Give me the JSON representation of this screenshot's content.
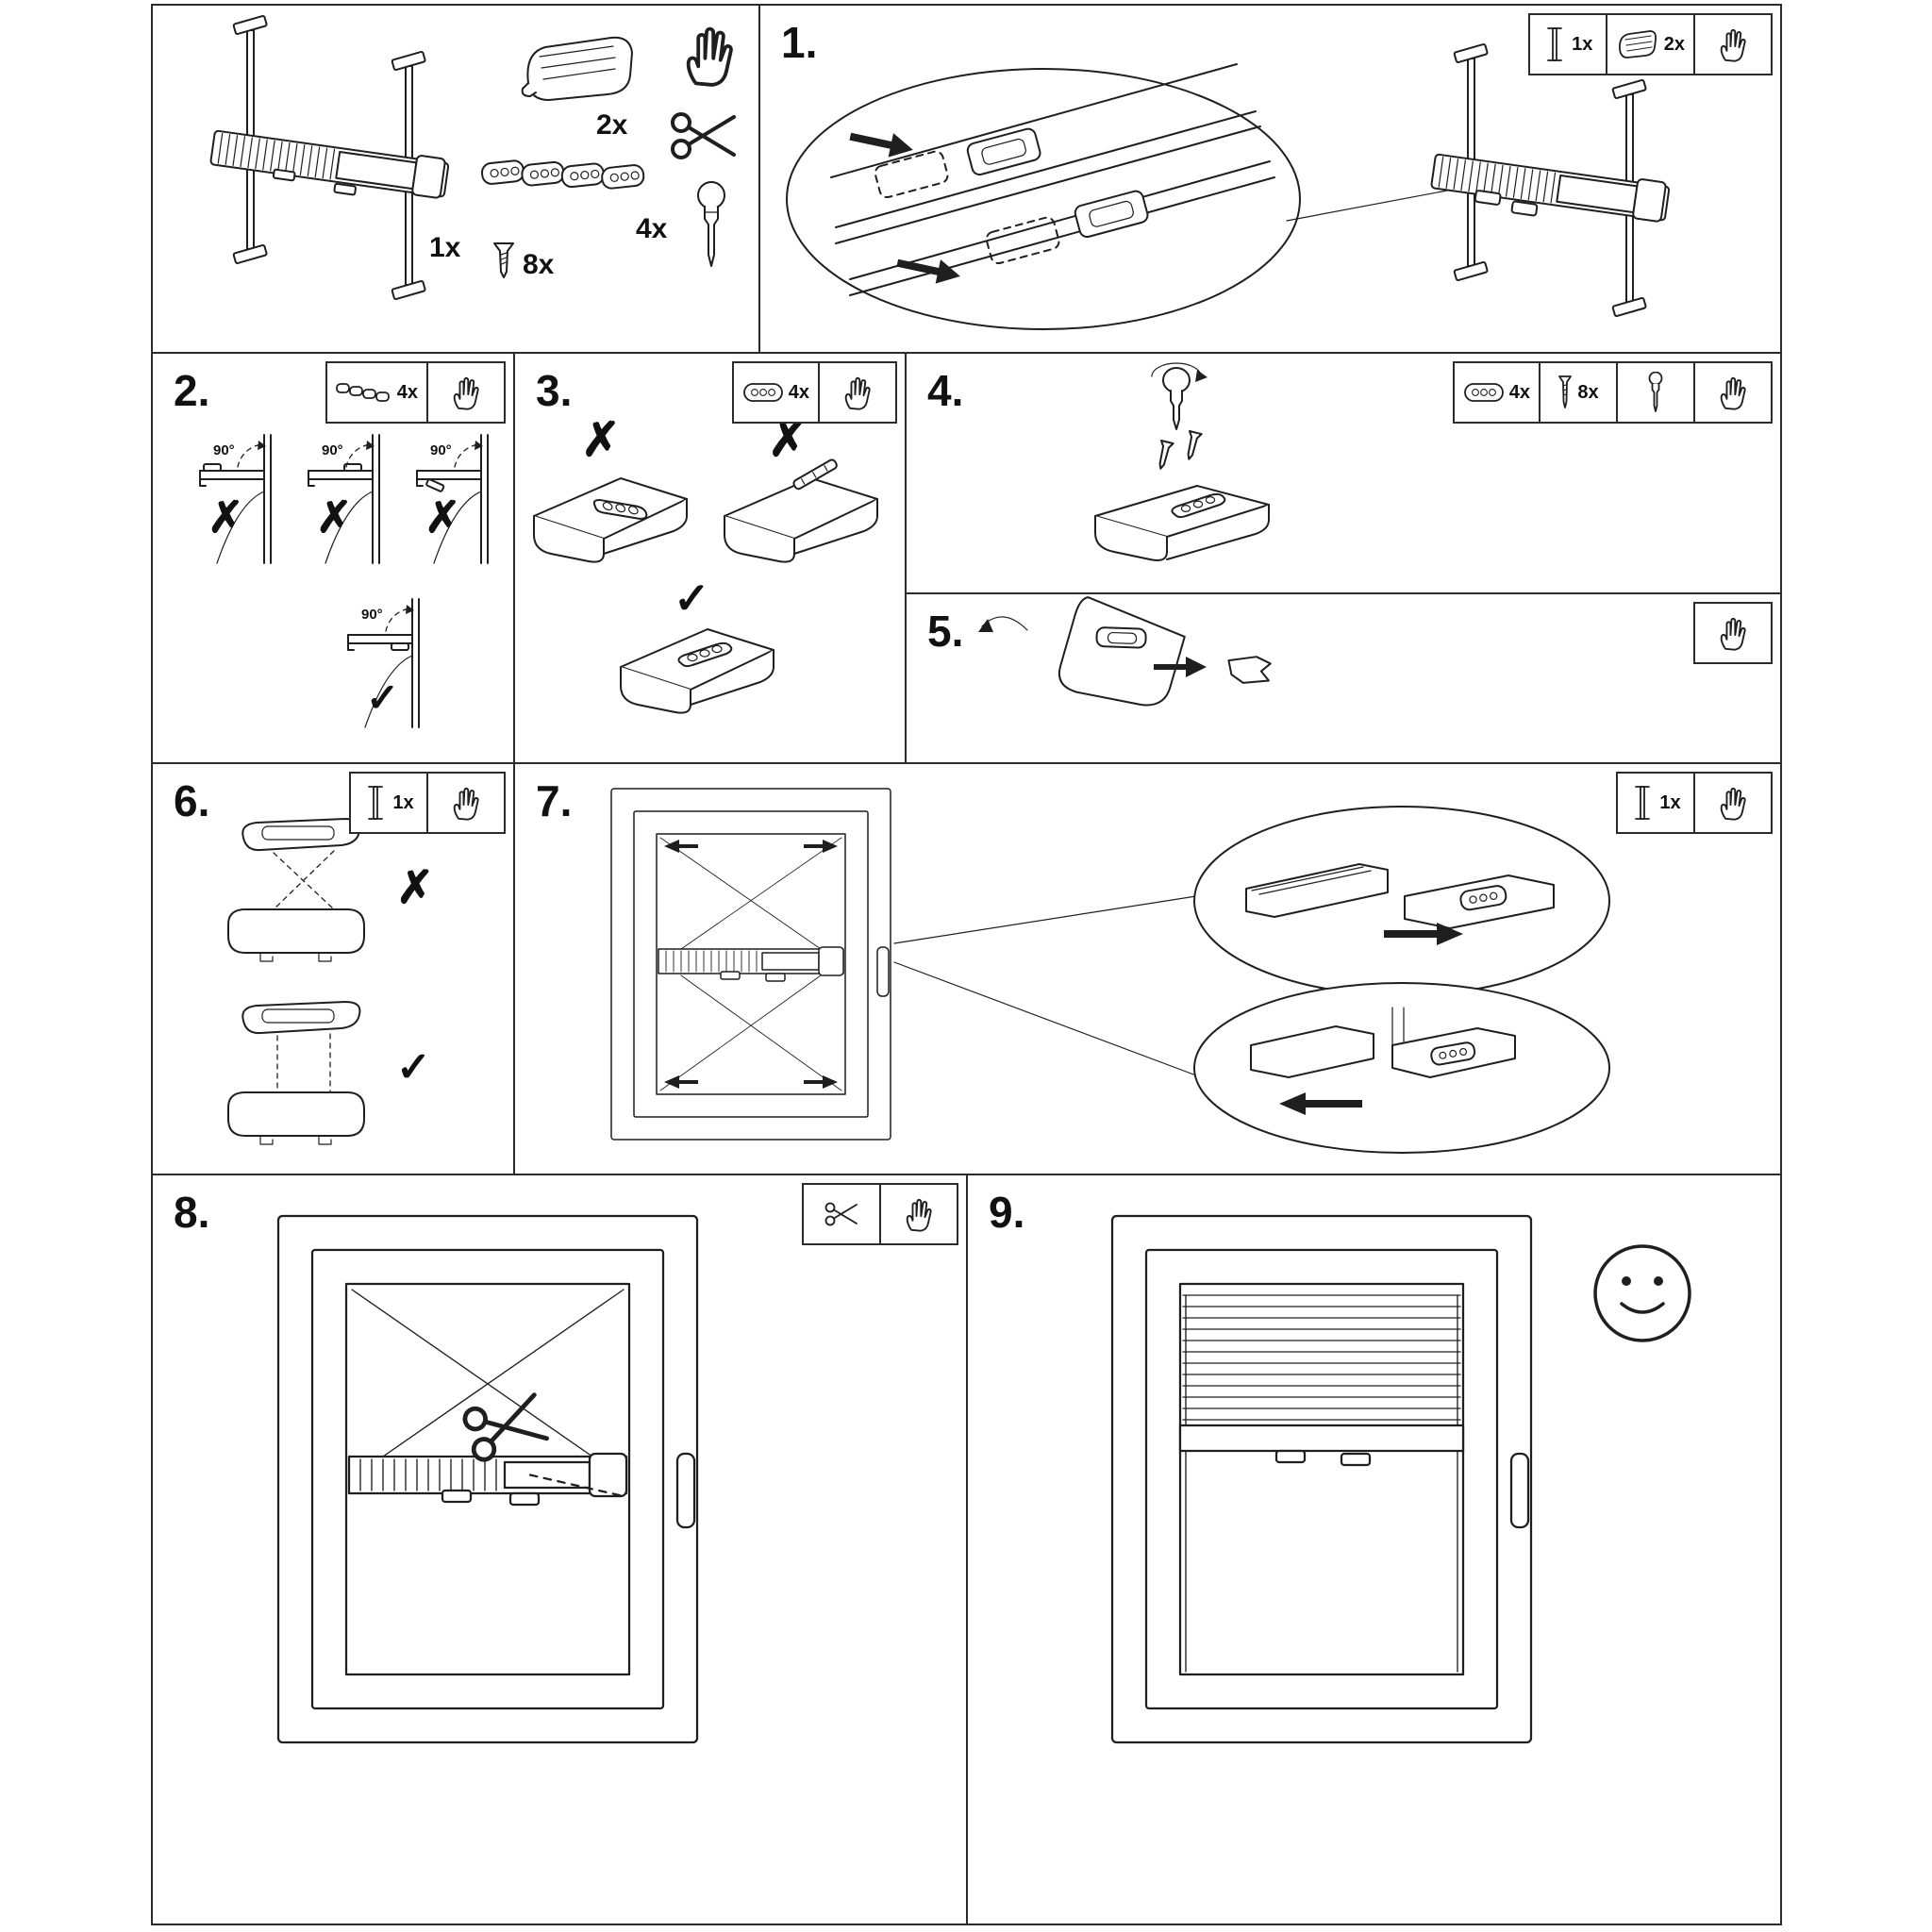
{
  "sheet": {
    "colors": {
      "background": "#ffffff",
      "ink": "#1f1f1f"
    }
  },
  "annotations": {
    "angle": "90°",
    "wrong": "✗",
    "right": "✓"
  },
  "parts": {
    "blind_qty": "1x",
    "clip_qty": "2x",
    "bracket_strip_qty": "4x",
    "screw_qty": "8x"
  },
  "icon_names": [
    "hand-icon",
    "scissors-icon",
    "screwdriver-icon",
    "screw-icon",
    "clip-icon",
    "bracket-icon",
    "bracket-strip-icon",
    "blind-icon",
    "smiley-icon"
  ],
  "steps": [
    {
      "label": "1.",
      "icons": [
        {
          "icon": "blind-icon",
          "qty": "1x"
        },
        {
          "icon": "clip-icon",
          "qty": "2x"
        },
        {
          "icon": "hand-icon"
        }
      ]
    },
    {
      "label": "2.",
      "icons": [
        {
          "icon": "bracket-strip-icon",
          "qty": "4x"
        },
        {
          "icon": "hand-icon"
        }
      ]
    },
    {
      "label": "3.",
      "icons": [
        {
          "icon": "bracket-icon",
          "qty": "4x"
        },
        {
          "icon": "hand-icon"
        }
      ]
    },
    {
      "label": "4.",
      "icons": [
        {
          "icon": "bracket-icon",
          "qty": "4x"
        },
        {
          "icon": "screw-icon",
          "qty": "8x"
        },
        {
          "icon": "screwdriver-icon"
        },
        {
          "icon": "hand-icon"
        }
      ]
    },
    {
      "label": "5.",
      "icons": [
        {
          "icon": "hand-icon"
        }
      ]
    },
    {
      "label": "6.",
      "icons": [
        {
          "icon": "blind-icon",
          "qty": "1x"
        },
        {
          "icon": "hand-icon"
        }
      ]
    },
    {
      "label": "7.",
      "icons": [
        {
          "icon": "blind-icon",
          "qty": "1x"
        },
        {
          "icon": "hand-icon"
        }
      ]
    },
    {
      "label": "8.",
      "icons": [
        {
          "icon": "scissors-icon"
        },
        {
          "icon": "hand-icon"
        }
      ]
    },
    {
      "label": "9.",
      "icons": []
    }
  ]
}
